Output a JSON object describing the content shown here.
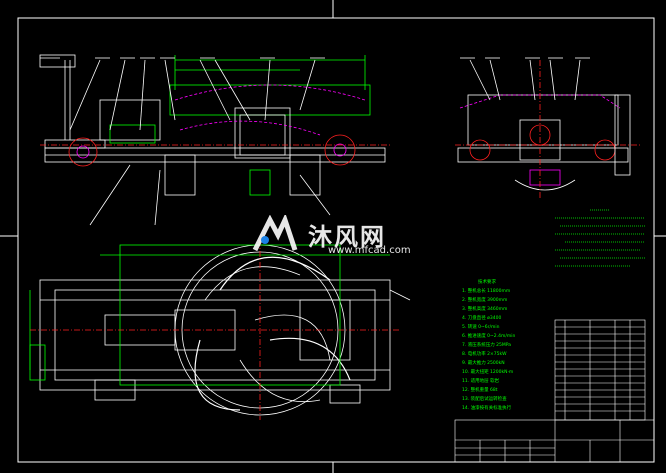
{
  "watermark": {
    "cn": "沐风网",
    "en": "www.mfcad.com"
  },
  "notes_title": "技术要求",
  "notes": [
    "1. 整机总长 11800mm",
    "2. 整机宽度 3900mm",
    "3. 整机高度 3460mm",
    "4. 刀盘直径 ø3400",
    "5. 转速 0~6r/min",
    "6. 推进速度 0~2.4m/min",
    "7. 液压系统压力 25MPa",
    "8. 电机功率 2×75kW",
    "9. 最大推力 2500kN",
    "10. 最大扭矩 1200kN·m",
    "11. 适用地层 软岩",
    "12. 整机重量 68t",
    "13. 装配后试运转检查",
    "14. 油漆按有关标准执行"
  ],
  "colors": {
    "line": "#ffffff",
    "green": "#00ff00",
    "magenta": "#ff00ff",
    "red": "#ff2020",
    "yellow": "#ffff00",
    "cyan": "#00ffff"
  }
}
